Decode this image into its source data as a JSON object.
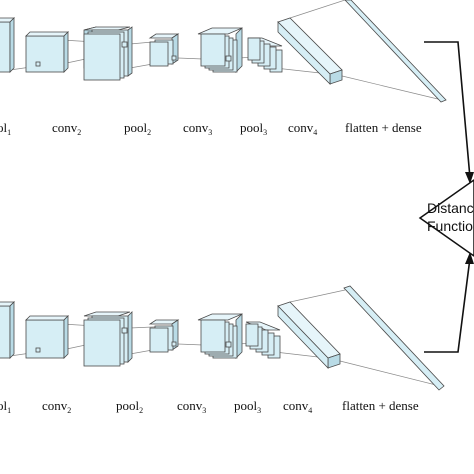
{
  "top_branch": {
    "labels": [
      {
        "base": "pool",
        "sub": "1"
      },
      {
        "base": "conv",
        "sub": "2"
      },
      {
        "base": "pool",
        "sub": "2"
      },
      {
        "base": "conv",
        "sub": "3"
      },
      {
        "base": "pool",
        "sub": "3"
      },
      {
        "base": "conv",
        "sub": "4"
      },
      {
        "base": "flatten + dense",
        "sub": ""
      }
    ]
  },
  "bottom_branch": {
    "labels": [
      {
        "base": "pool",
        "sub": "1"
      },
      {
        "base": "conv",
        "sub": "2"
      },
      {
        "base": "pool",
        "sub": "2"
      },
      {
        "base": "conv",
        "sub": "3"
      },
      {
        "base": "pool",
        "sub": "3"
      },
      {
        "base": "conv",
        "sub": "4"
      },
      {
        "base": "flatten + dense",
        "sub": ""
      }
    ]
  },
  "distance_block": {
    "line1": "Distance",
    "line2": "Function"
  }
}
